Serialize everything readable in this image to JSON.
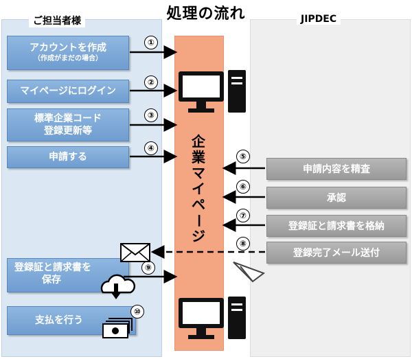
{
  "title": "処理の流れ",
  "left_panel": {
    "label": "ご担当者様"
  },
  "right_panel": {
    "label": "JIPDEC"
  },
  "center": {
    "label_chars": [
      "企",
      "業",
      "マ",
      "イ",
      "ペ",
      "ー",
      "ジ"
    ]
  },
  "left_steps": [
    {
      "num": "①",
      "label": "アカウントを作成",
      "sub": "（作成がまだの場合）"
    },
    {
      "num": "②",
      "label": "マイページにログイン"
    },
    {
      "num": "③",
      "label": "標準企業コード",
      "label2": "登録更新等"
    },
    {
      "num": "④",
      "label": "申請する"
    },
    {
      "num": "⑨",
      "label": "登録証と請求書を",
      "label2": "保存"
    },
    {
      "num": "⑩",
      "label": "支払を行う"
    }
  ],
  "right_steps": [
    {
      "num": "⑤",
      "label": "申請内容を精査"
    },
    {
      "num": "⑥",
      "label": "承認"
    },
    {
      "num": "⑦",
      "label": "登録証と請求書を格納"
    },
    {
      "num": "⑧",
      "label": "登録完了メール送付"
    }
  ],
  "icons": [
    "monitor-icon",
    "pc-tower-icon",
    "envelope-icon",
    "paper-plane-icon",
    "cloud-download-icon",
    "money-icon"
  ],
  "colors": {
    "left_panel": "#dbe8f4",
    "left_box": "#7aa6d6",
    "right_panel": "#efefef",
    "right_box": "#a6a6a6",
    "center_bar": "#f4a582"
  }
}
